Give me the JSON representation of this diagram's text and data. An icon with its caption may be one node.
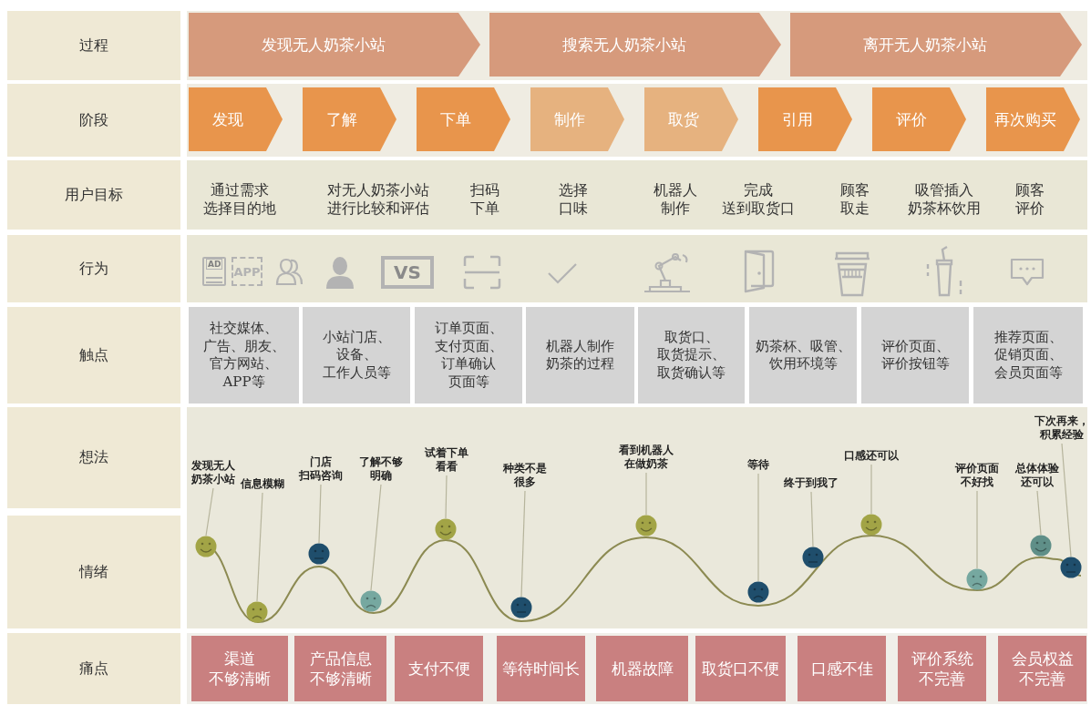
{
  "diagram": {
    "nodes": [
      {
        "text": [
          "过程"
        ]
      },
      {
        "text": [
          "发现无人奶茶小站"
        ]
      },
      {
        "text": [
          "搜索无人奶茶小站"
        ]
      },
      {
        "text": [
          "离开无人奶茶小站"
        ]
      },
      {
        "text": [
          "阶段"
        ]
      },
      {
        "text": [
          "发现"
        ]
      },
      {
        "text": [
          "了解"
        ]
      },
      {
        "text": [
          "下单"
        ]
      },
      {
        "text": [
          "制作"
        ]
      },
      {
        "text": [
          "取货"
        ]
      },
      {
        "text": [
          "引用"
        ]
      },
      {
        "text": [
          "评价"
        ]
      },
      {
        "text": [
          "再次购买"
        ]
      },
      {
        "text": [
          "用户目标"
        ]
      },
      {
        "text": [
          "行为"
        ]
      },
      {
        "text": [
          "触点"
        ]
      },
      {
        "text": [
          "社交媒体、广告、朋友、官方网站、APP等"
        ]
      },
      {
        "text": [
          "小站门店、设备、工作人员等"
        ]
      },
      {
        "text": [
          "订单页面、支付页面、订单确认页面等"
        ]
      },
      {
        "text": [
          "机器人制作奶茶的过程"
        ]
      },
      {
        "text": [
          "取货口、取货提示、取货确认等"
        ]
      },
      {
        "text": [
          "奶茶杯、吸管、饮用环境等"
        ]
      },
      {
        "text": [
          "评价页面、评价按钮等"
        ]
      },
      {
        "text": [
          "推荐页面、促销页面、会员页面等"
        ]
      },
      {
        "text": [
          "想法"
        ]
      },
      {
        "text": [
          "发现无人奶茶小站"
        ]
      },
      {
        "text": [
          "信息模糊"
        ]
      },
      {
        "text": [
          "门店扫码咨询"
        ]
      },
      {
        "text": [
          "了解不够明确"
        ]
      },
      {
        "text": [
          "试着下单看看"
        ]
      },
      {
        "text": [
          "种类不是很多"
        ]
      },
      {
        "text": [
          "看到机器人在做奶茶"
        ]
      },
      {
        "text": [
          "等待"
        ]
      },
      {
        "text": [
          "终于到我了"
        ]
      },
      {
        "text": [
          "口感还可以"
        ]
      },
      {
        "text": [
          "评价页面不好找"
        ]
      },
      {
        "text": [
          "总体体验还可以"
        ]
      },
      {
        "text": [
          "下次再来，积累经验"
        ]
      },
      {
        "text": [
          "情绪"
        ]
      },
      {
        "text": [],
        "shape": "circle"
      },
      {
        "text": [],
        "shape": "circle"
      },
      {
        "text": [],
        "shape": "circle"
      },
      {
        "text": [],
        "shape": "circle"
      },
      {
        "text": [],
        "shape": "circle"
      },
      {
        "text": [],
        "shape": "circle"
      },
      {
        "text": [],
        "shape": "circle"
      },
      {
        "text": [],
        "shape": "circle"
      },
      {
        "text": [],
        "shape": "circle"
      },
      {
        "text": [],
        "shape": "circle"
      },
      {
        "text": [],
        "shape": "circle"
      },
      {
        "text": [],
        "shape": "circle"
      },
      {
        "text": [],
        "shape": "circle"
      },
      {
        "text": [
          "痛点"
        ]
      },
      {
        "text": [
          "渠道不够清晰"
        ]
      },
      {
        "text": [
          "产品信息不够清晰"
        ]
      },
      {
        "text": [
          "支付不便"
        ]
      },
      {
        "text": [
          "等待时间长"
        ]
      },
      {
        "text": [
          "机器故障"
        ]
      },
      {
        "text": [
          "取货口不便"
        ]
      },
      {
        "text": [
          "口感不佳"
        ]
      },
      {
        "text": [
          "评价系统不完善"
        ]
      },
      {
        "text": [
          "会员权益不完善"
        ]
      }
    ],
    "edges": [
      {
        "from": 25,
        "to": 39,
        "arrow": "none"
      },
      {
        "from": 26,
        "to": 40,
        "arrow": "none"
      },
      {
        "from": 27,
        "to": 41,
        "arrow": "none"
      },
      {
        "from": 28,
        "to": 42,
        "arrow": "none"
      },
      {
        "from": 29,
        "to": 43,
        "arrow": "none"
      },
      {
        "from": 30,
        "to": 44,
        "arrow": "none"
      },
      {
        "from": 31,
        "to": 45,
        "arrow": "none"
      },
      {
        "from": 32,
        "to": 46,
        "arrow": "none"
      },
      {
        "from": 33,
        "to": 47,
        "arrow": "none"
      },
      {
        "from": 34,
        "to": 48,
        "arrow": "none"
      },
      {
        "from": 35,
        "to": 49,
        "arrow": "none"
      },
      {
        "from": 36,
        "to": 50,
        "arrow": "none"
      },
      {
        "from": 37,
        "to": 51,
        "arrow": "none"
      }
    ],
    "labels": [
      "通过需求选择目的地",
      "对无人奶茶小站进行比较和评估",
      "扫码下单",
      "选择口味",
      "机器人制作",
      "完成送到取货口",
      "顾客取走",
      "吸管插入奶茶杯饮用",
      "顾客评价",
      "AD",
      "APP",
      "VS"
    ]
  }
}
